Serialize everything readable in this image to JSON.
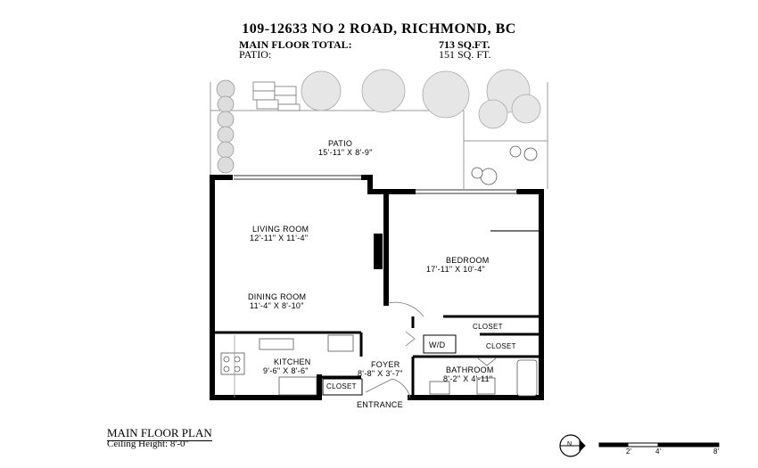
{
  "header": {
    "address": "109-12633 NO 2 ROAD, RICHMOND, BC",
    "main_floor_label": "MAIN FLOOR TOTAL:",
    "main_floor_value": "713 SQ.FT.",
    "patio_label": "PATIO:",
    "patio_value": "151 SQ. FT."
  },
  "rooms": {
    "patio": {
      "name": "PATIO",
      "dims": "15'-11\" X 8'-9\""
    },
    "living": {
      "name": "LIVING ROOM",
      "dims": "12'-11\" X 11'-4\""
    },
    "dining": {
      "name": "DINING ROOM",
      "dims": "11'-4\" X 8'-10\""
    },
    "bedroom": {
      "name": "BEDROOM",
      "dims": "17'-11\" X 10'-4\""
    },
    "kitchen": {
      "name": "KITCHEN",
      "dims": "9'-6\" X 8'-6\""
    },
    "foyer": {
      "name": "FOYER",
      "dims": "8'-8\" X 3'-7\""
    },
    "bathroom": {
      "name": "BATHROOM",
      "dims": "8'-2\" X 4'-11\""
    }
  },
  "labels": {
    "closet_bedroom": "CLOSET",
    "closet_bath": "CLOSET",
    "closet_entry": "CLOSET",
    "wd": "W/D",
    "entrance": "ENTRANCE"
  },
  "footer": {
    "plan_name": "MAIN FLOOR PLAN",
    "ceiling": "Ceiling Height: 8'-0\""
  },
  "compass": {
    "letter": "N"
  },
  "scale_bar": {
    "ticks": [
      "2'",
      "4'",
      "8'"
    ]
  }
}
